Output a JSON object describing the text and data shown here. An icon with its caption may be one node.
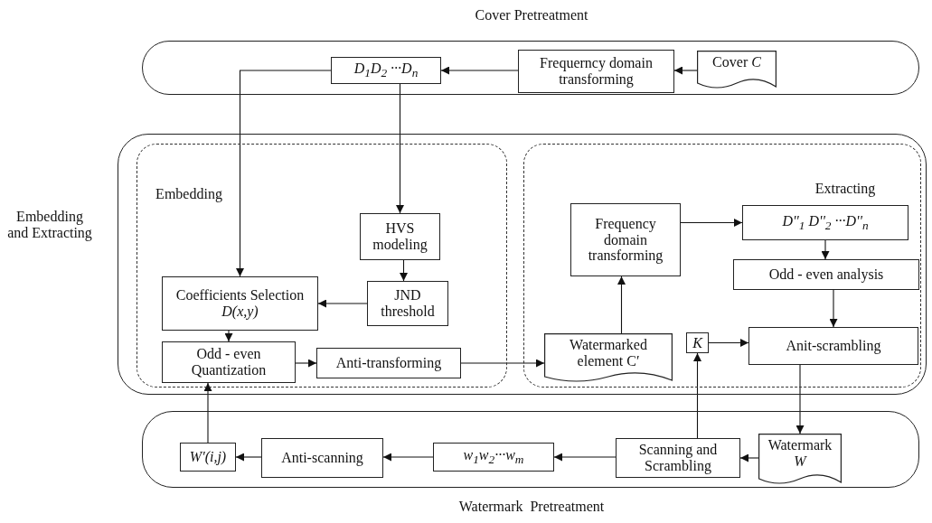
{
  "diagram": {
    "nodes": [
      {
        "text": [
          "Cover Pretreatment"
        ]
      },
      {
        "text": [
          "D$_{1}$D$_{2}$ ···D$_{n}$"
        ],
        "in": 0
      },
      {
        "text": [
          "Frequerncy domain transforming"
        ],
        "in": 0
      },
      {
        "text": [
          "Cover *C*"
        ],
        "in": 0
      },
      {
        "text": [
          "Embedding and Extracting"
        ]
      },
      {
        "text": [
          "Embedding"
        ],
        "in": 4
      },
      {
        "text": [
          "HVS modeling"
        ],
        "in": 5
      },
      {
        "text": [
          "Coefficients Selection *D(x,y)*"
        ],
        "in": 5
      },
      {
        "text": [
          "JND threshold"
        ],
        "in": 5
      },
      {
        "text": [
          "Odd - even Quantization"
        ],
        "in": 5
      },
      {
        "text": [
          "Anti-transforming"
        ],
        "in": 5
      },
      {
        "text": [
          "Extracting"
        ],
        "in": 4
      },
      {
        "text": [
          "Frequency domain transforming"
        ],
        "in": 11
      },
      {
        "text": [
          "D''$_{1}$ D''$_{2}$ ···D''$_{n}$"
        ],
        "in": 11
      },
      {
        "text": [
          "Odd - even analysis"
        ],
        "in": 11
      },
      {
        "text": [
          "Watermarked element C′"
        ],
        "in": 11
      },
      {
        "text": [
          "K"
        ],
        "in": 11
      },
      {
        "text": [
          "Anit-scrambling"
        ],
        "in": 11
      },
      {
        "text": [
          "Watermark  Pretreatment"
        ]
      },
      {
        "text": [
          "W′(i,j)"
        ],
        "in": 18
      },
      {
        "text": [
          "Anti-scanning"
        ],
        "in": 18
      },
      {
        "text": [
          "w$_{1}$w$_{2}$···w$_{m}$"
        ],
        "in": 18
      },
      {
        "text": [
          "Scanning and Scrambling"
        ],
        "in": 18
      },
      {
        "text": [
          "Watermark *W*"
        ],
        "in": 18
      }
    ],
    "edges": [
      {
        "from": 3,
        "to": 2,
        "arrow": "to"
      },
      {
        "from": 2,
        "to": 1,
        "arrow": "to"
      },
      {
        "from": 1,
        "to": 7,
        "arrow": "to"
      },
      {
        "from": 1,
        "to": 6,
        "arrow": "to"
      },
      {
        "from": 6,
        "to": 8,
        "arrow": "to"
      },
      {
        "from": 8,
        "to": 7,
        "arrow": "to"
      },
      {
        "from": 7,
        "to": 9,
        "arrow": "to"
      },
      {
        "from": 9,
        "to": 10,
        "arrow": "to"
      },
      {
        "from": 10,
        "to": 15,
        "arrow": "to"
      },
      {
        "from": 15,
        "to": 12,
        "arrow": "to"
      },
      {
        "from": 12,
        "to": 13,
        "arrow": "to"
      },
      {
        "from": 13,
        "to": 14,
        "arrow": "to"
      },
      {
        "from": 14,
        "to": 17,
        "arrow": "to"
      },
      {
        "from": 16,
        "to": 17,
        "arrow": "to"
      },
      {
        "from": 17,
        "to": 23,
        "arrow": "to"
      },
      {
        "from": 23,
        "to": 22,
        "arrow": "to"
      },
      {
        "from": 22,
        "to": 21,
        "arrow": "to"
      },
      {
        "from": 21,
        "to": 20,
        "arrow": "to"
      },
      {
        "from": 20,
        "to": 19,
        "arrow": "to"
      },
      {
        "from": 19,
        "to": 9,
        "arrow": "to"
      },
      {
        "from": 22,
        "to": 16,
        "arrow": "to"
      }
    ]
  }
}
